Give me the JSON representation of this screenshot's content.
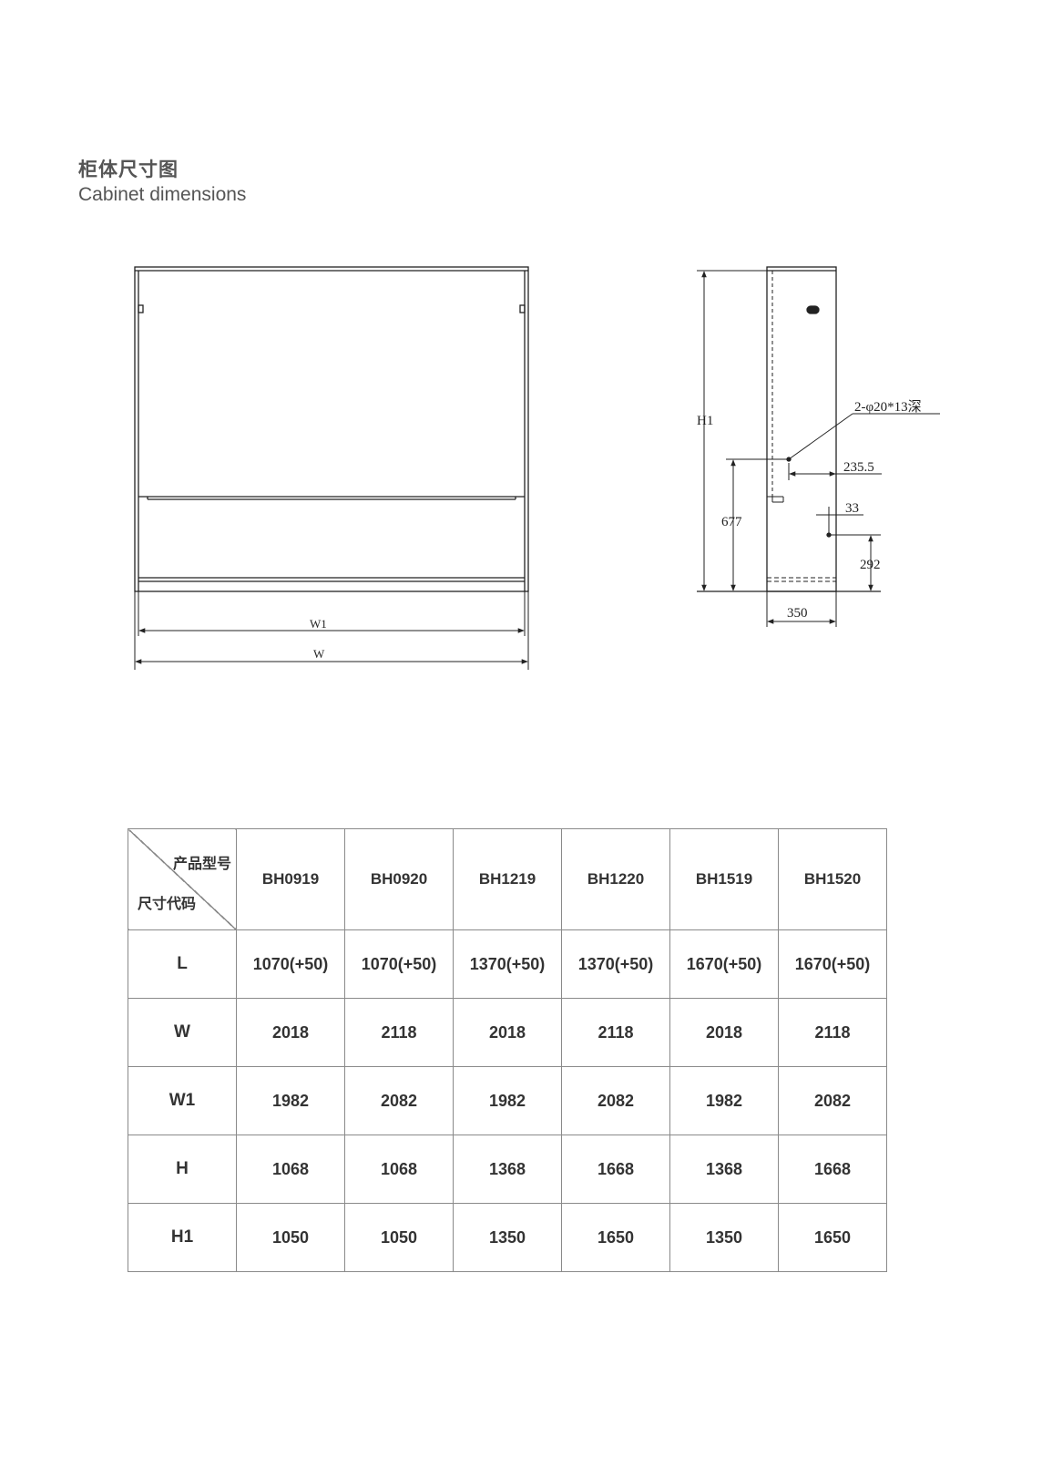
{
  "heading": {
    "title_cn": "柜体尺寸图",
    "title_en": "Cabinet dimensions"
  },
  "front_view": {
    "labels": {
      "w1": "W1",
      "w": "W"
    }
  },
  "side_view": {
    "labels": {
      "h1": "H1",
      "hole_note": "2-φ20*13深",
      "dim_235": "235.5",
      "dim_677": "677",
      "dim_33": "33",
      "dim_292": "292",
      "dim_350": "350"
    }
  },
  "table": {
    "corner_top": "产品型号",
    "corner_bottom": "尺寸代码",
    "models": [
      "BH0919",
      "BH0920",
      "BH1219",
      "BH1220",
      "BH1519",
      "BH1520"
    ],
    "rows": [
      {
        "code": "L",
        "values": [
          "1070(+50)",
          "1070(+50)",
          "1370(+50)",
          "1370(+50)",
          "1670(+50)",
          "1670(+50)"
        ]
      },
      {
        "code": "W",
        "values": [
          "2018",
          "2118",
          "2018",
          "2118",
          "2018",
          "2118"
        ]
      },
      {
        "code": "W1",
        "values": [
          "1982",
          "2082",
          "1982",
          "2082",
          "1982",
          "2082"
        ]
      },
      {
        "code": "H",
        "values": [
          "1068",
          "1068",
          "1368",
          "1668",
          "1368",
          "1668"
        ]
      },
      {
        "code": "H1",
        "values": [
          "1050",
          "1050",
          "1350",
          "1650",
          "1350",
          "1650"
        ]
      }
    ]
  }
}
